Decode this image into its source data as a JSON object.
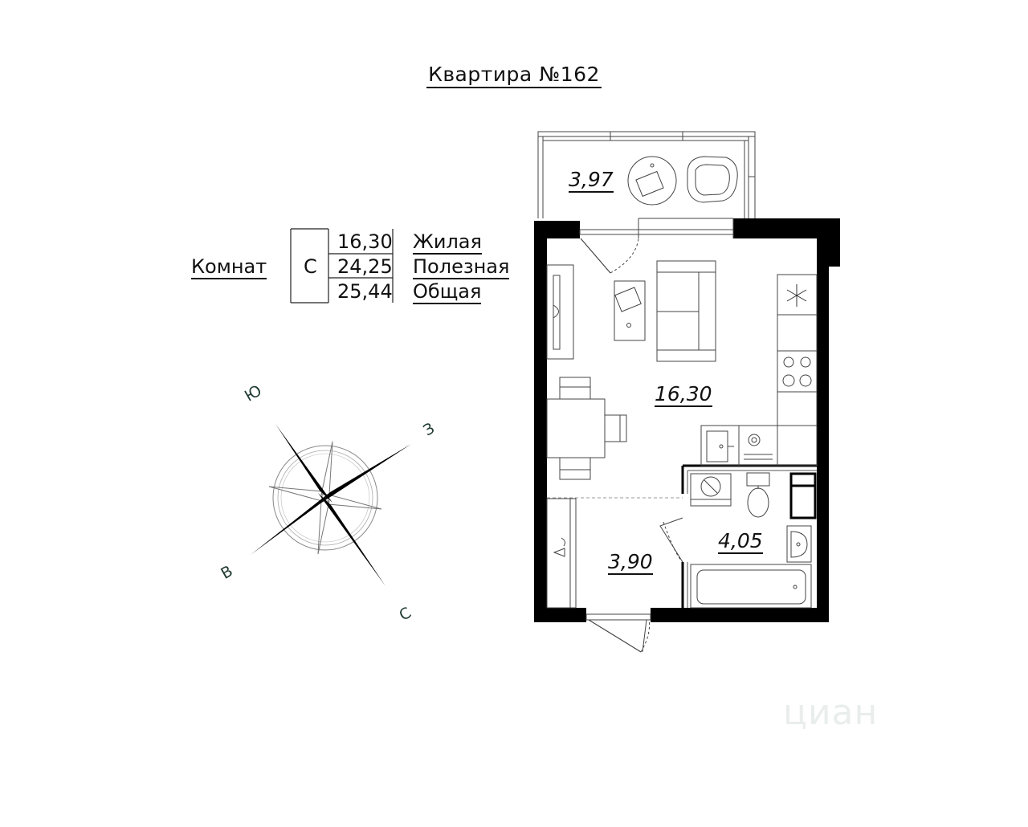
{
  "title": "Квартира №162",
  "rooms": {
    "label": "Комнат",
    "code": "С",
    "rows": [
      {
        "value": "16,30",
        "label": "Жилая"
      },
      {
        "value": "24,25",
        "label": "Полезная"
      },
      {
        "value": "25,44",
        "label": "Общая"
      }
    ]
  },
  "plan": {
    "balcony_area": "3,97",
    "living_area": "16,30",
    "hall_area": "3,90",
    "bathroom_area": "4,05"
  },
  "compass": {
    "south": "Ю",
    "west": "З",
    "east": "В",
    "north": "С"
  },
  "watermark": "циан",
  "colors": {
    "wall": "#000000",
    "line": "#333333",
    "compass_text": "#1e3a32"
  }
}
